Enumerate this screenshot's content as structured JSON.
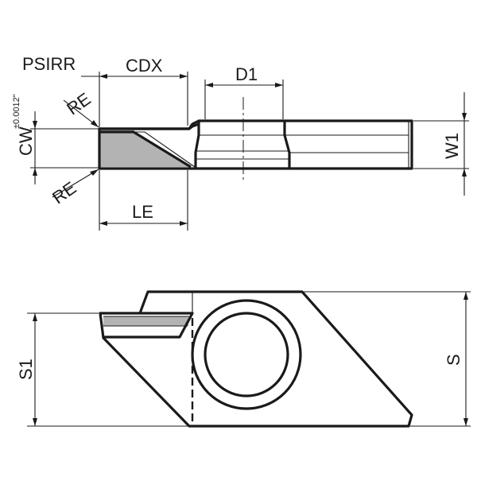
{
  "drawing": {
    "top_view": {
      "labels": {
        "psirr": "PSIRR",
        "cdx": "CDX",
        "d1": "D1",
        "re_top": "RE",
        "re_bottom": "RE",
        "cw": "CW",
        "cw_tolerance": "±0.0012\"",
        "w1": "W1",
        "le": "LE"
      }
    },
    "bottom_view": {
      "labels": {
        "s1": "S1",
        "s": "S"
      }
    },
    "colors": {
      "line": "#1a1a1a",
      "carbide_tip": "#b3b3b3",
      "background": "#ffffff"
    }
  }
}
